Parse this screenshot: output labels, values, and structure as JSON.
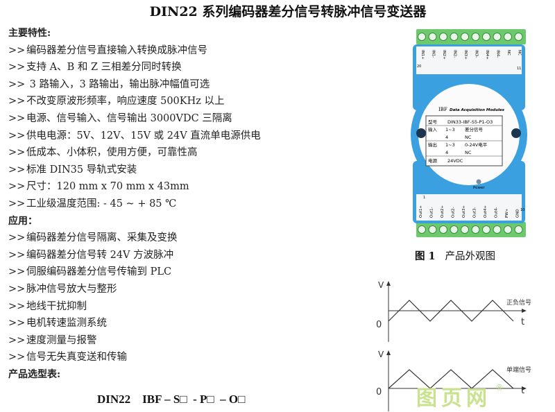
{
  "title": "DIN22 系列编码器差分信号转脉冲信号变送器",
  "features_heading": "主要特性:",
  "bullet": ">>",
  "features": [
    "编码器差分信号直接输入转换成脉冲信号",
    "支持 A、B 和 Z 三相差分同时转换",
    " 3 路输入，3 路输出，输出脉冲幅值可选",
    "不改变原波形频率，响应速度 500KHz 以上",
    "电源、信号输入、信号输出 3000VDC 三隔离",
    "供电电源：5V、12V、15V 或 24V 直流单电源供电",
    "低成本、小体积，使用方便，可靠性高",
    "标准 DIN35  导轨式安装",
    "尺寸：120 mm   x   70 mm   x   43mm",
    "工业级温度范围: - 45 ~ + 85  ℃"
  ],
  "apps_heading": "应用：",
  "apps": [
    "编码器差分信号隔离、采集及变换",
    "编码器差分信号转 24V 方波脉冲",
    "伺服编码器差分信号传输到 PLC",
    "脉冲信号放大与整形",
    "地线干扰抑制",
    "电机转速监测系统",
    "速度测量与报警",
    "信号无失真变送和传输"
  ],
  "selection_heading": "产品选型表:",
  "model_code": "DIN22    IBF – S□  - P□  – O□",
  "figure": {
    "number": "图 1",
    "caption": "产品外观图"
  },
  "device": {
    "top_labels": [
      "IN1+",
      "IN1-",
      "IN2+",
      "IN2-",
      "IN3+",
      "IN3-",
      "IN4+",
      "IN4-",
      "NC",
      "NC"
    ],
    "top_pin_left": "20",
    "top_pin_right": "11",
    "brand": "IBF",
    "brand_sub": "Data Acquisition Modules",
    "label_rows": [
      [
        "型号",
        "DIN33-IBF-S5-P1-O3"
      ],
      [
        "输入",
        "1~3",
        "差分信号"
      ],
      [
        "",
        "4",
        "NC"
      ],
      [
        "输出",
        "1~3",
        "0-24V电平"
      ],
      [
        "",
        "4",
        "NC"
      ],
      [
        "电源",
        "24VDC"
      ]
    ],
    "power": "Power",
    "bottom_labels": [
      "Out1+",
      "Out1-",
      "Out2+",
      "Out2-",
      "Out3+",
      "Out3-",
      "Out4+",
      "Out4-",
      "PW+",
      "GND"
    ],
    "bottom_pin_left": "1",
    "bottom_pin_right": "10",
    "colors": {
      "body": "#3aa0e0",
      "terminal": "#6cc96c"
    }
  },
  "waves": {
    "v_label": "V",
    "t_label": "t",
    "zero": "0",
    "top_label": "正负信号",
    "bottom_label": "单端信号"
  },
  "watermark": "图页网",
  "watermark_mark": "®"
}
